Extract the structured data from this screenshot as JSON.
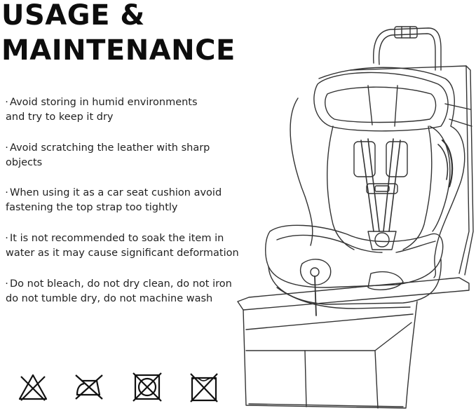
{
  "title": {
    "line1": "USAGE &",
    "line2": "MAINTENANCE"
  },
  "tips": [
    {
      "line1": "Avoid storing in humid environments",
      "line2": "and try to keep it dry"
    },
    {
      "line1": "Avoid scratching the leather with sharp",
      "line2": "objects"
    },
    {
      "line1": "When using it as a car seat cushion avoid",
      "line2": "fastening the top strap too tightly"
    },
    {
      "line1": "It is not recommended to soak the item in",
      "line2": "water as it may cause significant deformation"
    },
    {
      "line1": "Do not bleach, do not dry clean, do not iron",
      "line2": "do not tumble dry, do not machine wash"
    }
  ],
  "bullet": "·",
  "care_icons": [
    "no-bleach-icon",
    "no-iron-icon",
    "no-tumble-dry-icon",
    "no-machine-wash-icon"
  ],
  "illustration": "child-car-seat-on-protector-mat",
  "colors": {
    "text": "#222222",
    "title": "#0d0d0d",
    "line_art": "#333333",
    "background": "#ffffff"
  }
}
